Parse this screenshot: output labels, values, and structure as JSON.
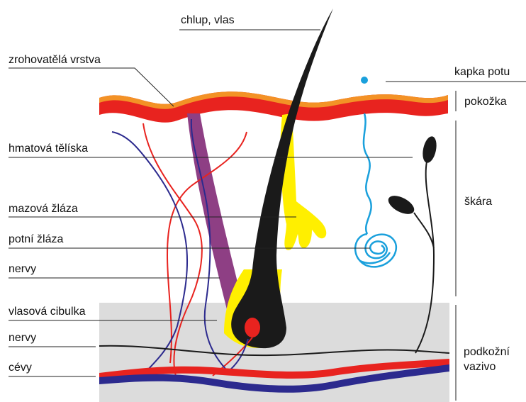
{
  "labels": {
    "hair": "chlup, vlas",
    "stratum_corneum": "zrohovatělá vrstva",
    "sweat_drop": "kapka potu",
    "epidermis": "pokožka",
    "touch_corpuscles": "hmatová tělíska",
    "dermis": "škára",
    "sebaceous_gland": "mazová žláza",
    "sweat_gland": "potní žláza",
    "nerves_upper": "nervy",
    "hair_bulb": "vlasová cibulka",
    "nerves_lower": "nervy",
    "subcutis_line1": "podkožní",
    "subcutis_line2": "vazivo",
    "vessels": "cévy"
  },
  "colors": {
    "epidermis_red": "#e8231f",
    "epidermis_orange": "#f39226",
    "hair": "#1a1a1a",
    "sebaceous": "#ffef00",
    "muscle": "#8e3f84",
    "sweat": "#1aa0dc",
    "nerve_blue": "#2c2a8e",
    "vessel_red": "#e8231f",
    "subcutis": "#dcdcdc",
    "leader": "#222222"
  }
}
